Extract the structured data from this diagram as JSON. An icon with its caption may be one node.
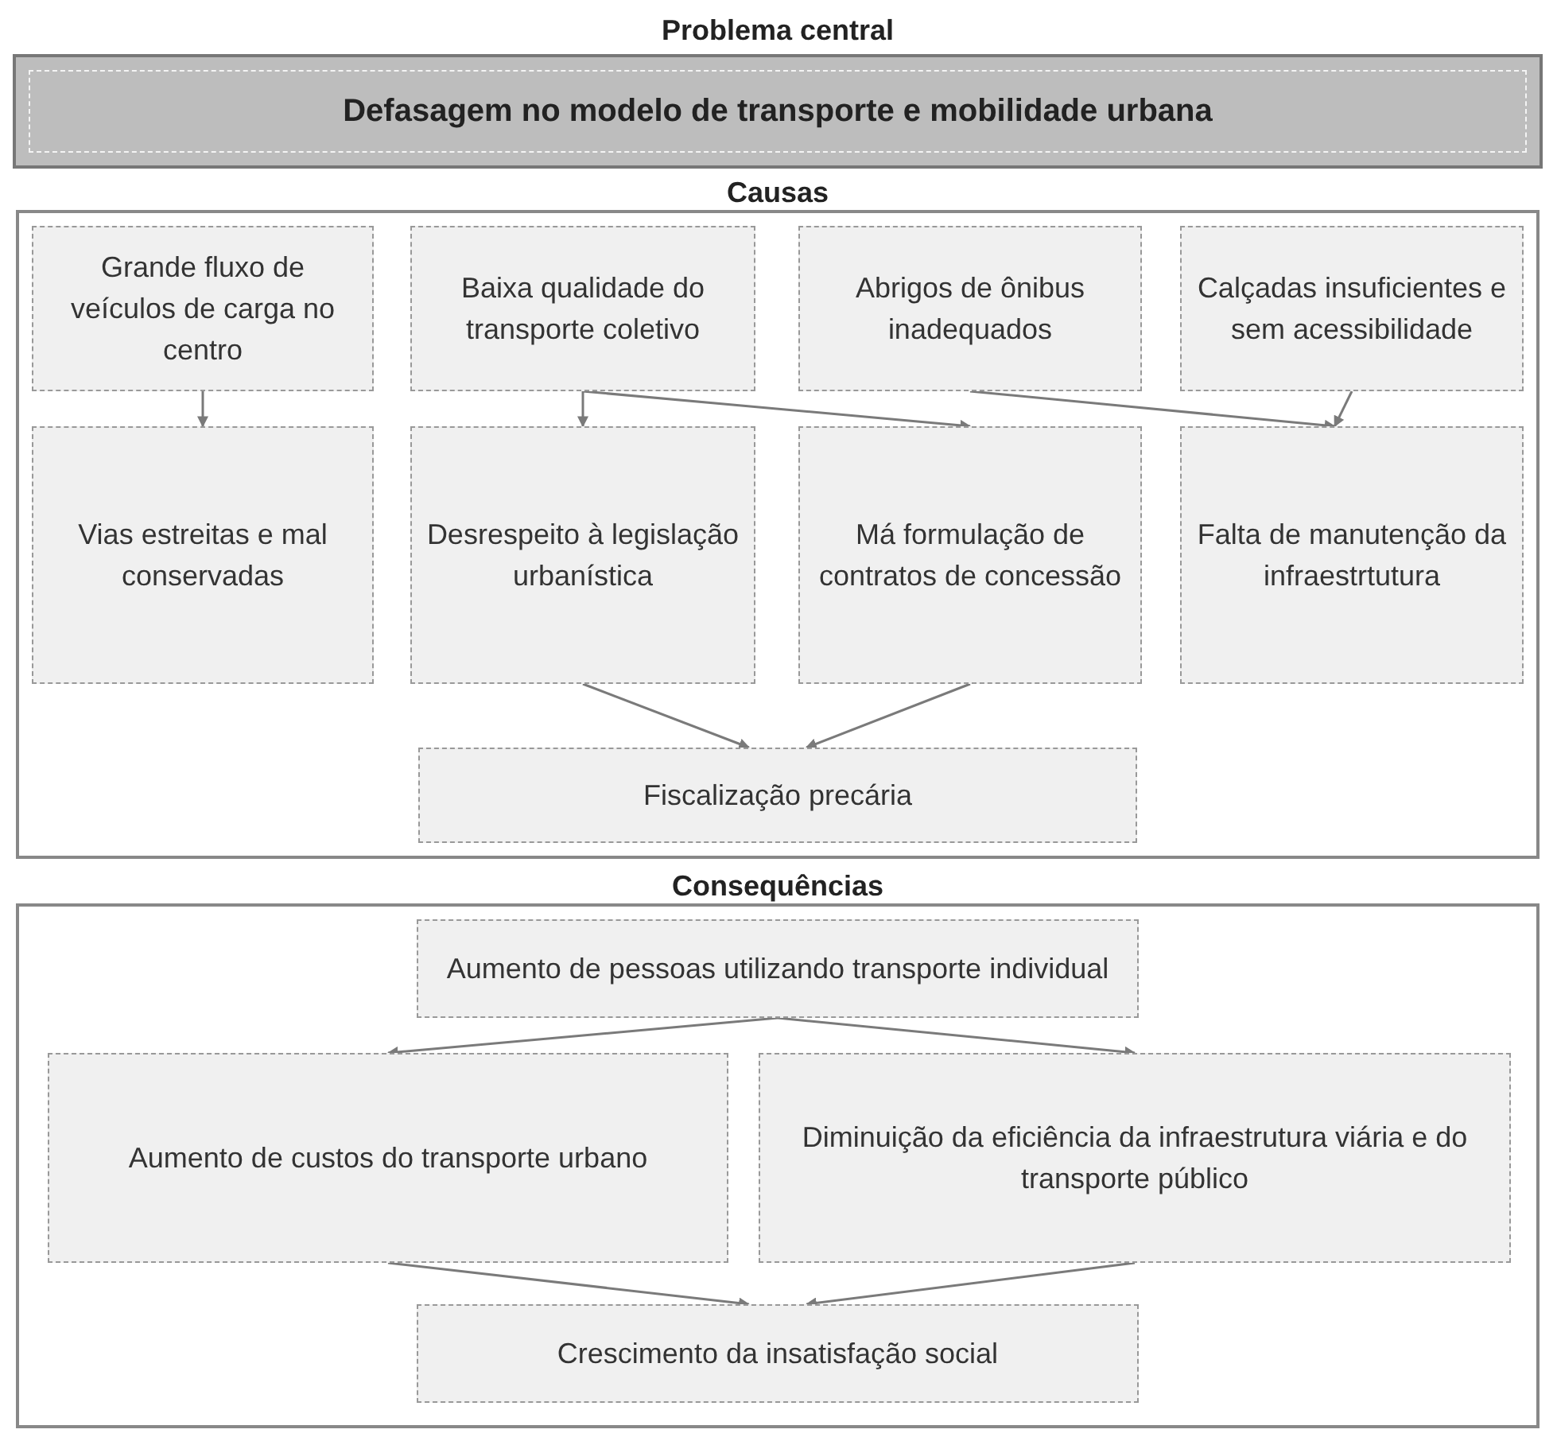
{
  "diagram": {
    "nodes": [
      {
        "text": [
          "Problema central",
          "Defasagem no modelo de transporte e mobilidade urbana"
        ]
      },
      {
        "text": [
          "Causas"
        ]
      },
      {
        "text": [
          "Grande fluxo de veículos de carga no centro"
        ],
        "in": 1
      },
      {
        "text": [
          "Baixa qualidade do transporte coletivo"
        ],
        "in": 1
      },
      {
        "text": [
          "Abrigos de ônibus inadequados"
        ],
        "in": 1
      },
      {
        "text": [
          "Calçadas insuficientes e sem acessibilidade"
        ],
        "in": 1
      },
      {
        "text": [
          "Vias estreitas e mal conservadas"
        ],
        "in": 1
      },
      {
        "text": [
          "Desrespeito à legislação urbanística"
        ],
        "in": 1
      },
      {
        "text": [
          "Má formulação de contratos de concessão"
        ],
        "in": 1
      },
      {
        "text": [
          "Falta de manutenção da infraestrtutura"
        ],
        "in": 1
      },
      {
        "text": [
          "Fiscalização precária"
        ],
        "in": 1
      },
      {
        "text": [
          "Consequências"
        ]
      },
      {
        "text": [
          "Aumento de pessoas utilizando transporte individual"
        ],
        "in": 11
      },
      {
        "text": [
          "Aumento de custos do transporte urbano"
        ],
        "in": 11
      },
      {
        "text": [
          "Diminuição da eficiência da infraestrutura viária e do transporte público"
        ],
        "in": 11
      },
      {
        "text": [
          "Crescimento da insatisfação social"
        ],
        "in": 11
      }
    ],
    "edges": [
      {
        "from": 2,
        "to": 6,
        "arrow": "to"
      },
      {
        "from": 3,
        "to": 7,
        "arrow": "to"
      },
      {
        "from": 3,
        "to": 8,
        "arrow": "to"
      },
      {
        "from": 4,
        "to": 9,
        "arrow": "to"
      },
      {
        "from": 5,
        "to": 9,
        "arrow": "to"
      },
      {
        "from": 7,
        "to": 10,
        "arrow": "to"
      },
      {
        "from": 8,
        "to": 10,
        "arrow": "to"
      },
      {
        "from": 12,
        "to": 13,
        "arrow": "to"
      },
      {
        "from": 12,
        "to": 14,
        "arrow": "to"
      },
      {
        "from": 13,
        "to": 15,
        "arrow": "to"
      },
      {
        "from": 14,
        "to": 15,
        "arrow": "to"
      }
    ]
  }
}
